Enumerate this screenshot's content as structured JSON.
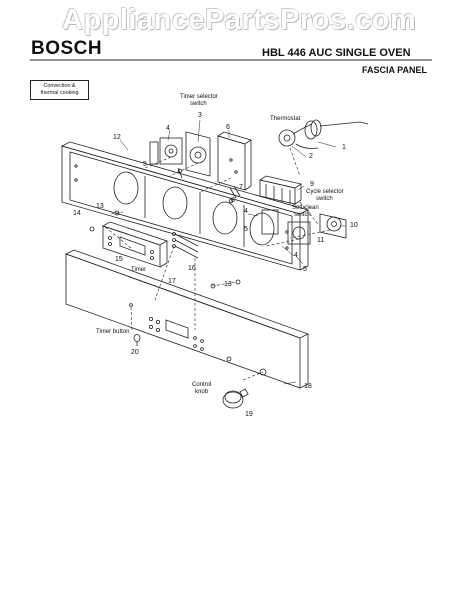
{
  "watermark": "AppliancePartsPros.com",
  "header": {
    "brand": "BOSCH",
    "model": "HBL 446 AUC SINGLE OVEN",
    "section": "FASCIA PANEL"
  },
  "note_box": {
    "line1": "Convection &",
    "line2": "thermal cooking"
  },
  "callouts": {
    "timer_selector_switch_1": "Timer selector",
    "timer_selector_switch_2": "switch",
    "thermostat": "Thermostat",
    "cycle_selector_switch_1": "Cycle selector",
    "cycle_selector_switch_2": "switch",
    "self_clean_switch_1": "Self-clean",
    "self_clean_switch_2": "switch",
    "timer": "Timer",
    "timer_button": "Timer button",
    "control_knob_1": "Control",
    "control_knob_2": "knob"
  },
  "part_numbers": {
    "n1": "1",
    "n2": "2",
    "n3": "3",
    "n4a": "4",
    "n4b": "4",
    "n4c": "4",
    "n5a": "5",
    "n5b": "5",
    "n5c": "5",
    "n6": "6",
    "n7": "7",
    "n8": "8",
    "n9": "9",
    "n10": "10",
    "n11": "11",
    "n12": "12",
    "n13a": "13",
    "n13b": "13",
    "n14": "14",
    "n15": "15",
    "n16": "16",
    "n17": "17",
    "n18": "18",
    "n19": "19",
    "n20": "20"
  }
}
